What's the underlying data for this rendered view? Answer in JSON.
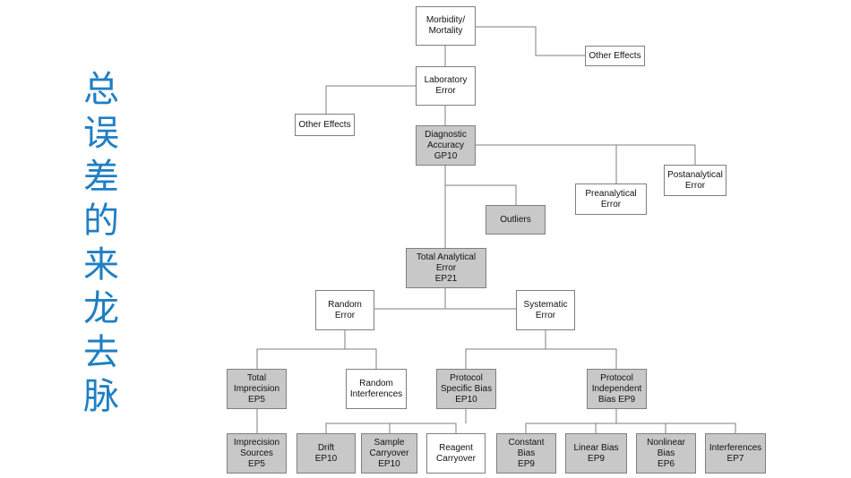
{
  "title": [
    "总",
    "误",
    "差",
    "的",
    "来",
    "龙",
    "去",
    "脉"
  ],
  "colors": {
    "title": "#1f7fc4",
    "highlight": "#c8c8c8",
    "border": "#7f7f7f"
  },
  "nodes": {
    "morbidity": {
      "lines": [
        "Morbidity/",
        "Mortality"
      ],
      "highlight": false
    },
    "other_effects_1": {
      "lines": [
        "Other Effects"
      ],
      "highlight": false
    },
    "lab_error": {
      "lines": [
        "Laboratory",
        "Error"
      ],
      "highlight": false
    },
    "other_effects_2": {
      "lines": [
        "Other Effects"
      ],
      "highlight": false
    },
    "diagnostic": {
      "lines": [
        "Diagnostic",
        "Accuracy",
        "GP10"
      ],
      "highlight": true
    },
    "preanalytical": {
      "lines": [
        "Preanalytical",
        "Error"
      ],
      "highlight": false
    },
    "postanalytical": {
      "lines": [
        "Postanalytical",
        "Error"
      ],
      "highlight": false
    },
    "outliers": {
      "lines": [
        "Outliers"
      ],
      "highlight": true
    },
    "total_analytical": {
      "lines": [
        "Total Analytical",
        "Error",
        "EP21"
      ],
      "highlight": true
    },
    "random_error": {
      "lines": [
        "Random",
        "Error"
      ],
      "highlight": false
    },
    "systematic_error": {
      "lines": [
        "Systematic",
        "Error"
      ],
      "highlight": false
    },
    "total_imprecision": {
      "lines": [
        "Total",
        "Imprecision",
        "EP5"
      ],
      "highlight": true
    },
    "random_interferences": {
      "lines": [
        "Random",
        "Interferences"
      ],
      "highlight": false
    },
    "protocol_specific": {
      "lines": [
        "Protocol",
        "Specific Bias",
        "EP10"
      ],
      "highlight": true
    },
    "protocol_independent": {
      "lines": [
        "Protocol",
        "Independent",
        "Bias EP9"
      ],
      "highlight": true
    },
    "imprecision_sources": {
      "lines": [
        "Imprecision",
        "Sources",
        "EP5"
      ],
      "highlight": true
    },
    "drift": {
      "lines": [
        "Drift",
        "EP10"
      ],
      "highlight": true
    },
    "sample_carryover": {
      "lines": [
        "Sample",
        "Carryover",
        "EP10"
      ],
      "highlight": true
    },
    "reagent_carryover": {
      "lines": [
        "Reagent",
        "Carryover"
      ],
      "highlight": false
    },
    "constant_bias": {
      "lines": [
        "Constant",
        "Bias",
        "EP9"
      ],
      "highlight": true
    },
    "linear_bias": {
      "lines": [
        "Linear Bias",
        "EP9"
      ],
      "highlight": true
    },
    "nonlinear_bias": {
      "lines": [
        "Nonlinear",
        "Bias",
        "EP6"
      ],
      "highlight": true
    },
    "interferences": {
      "lines": [
        "Interferences",
        "EP7"
      ],
      "highlight": true
    }
  }
}
